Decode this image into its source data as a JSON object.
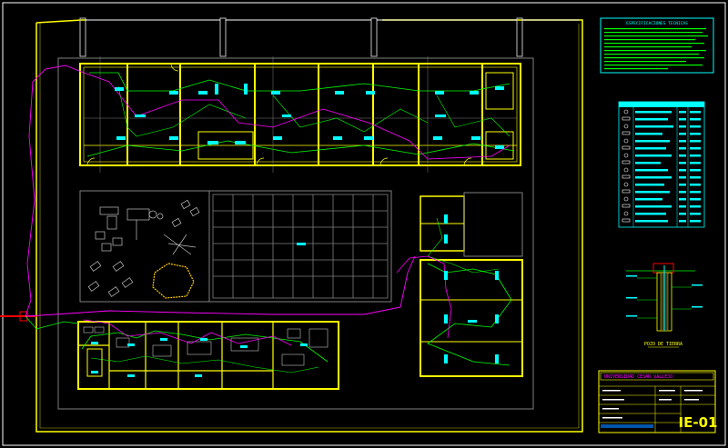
{
  "notes": {
    "title": "ESPECIFICACIONES TECNICAS"
  },
  "grounding": {
    "caption": "POZO DE TIERRA"
  },
  "title_block": {
    "institution": "UNIVERSIDAD CESAR VALLEJO",
    "sheet_code": "IE-01"
  },
  "colors": {
    "background": "#000000",
    "wall": "#FFFF00",
    "grid": "#808080",
    "circuit_green": "#00FF00",
    "feeder_magenta": "#FF00FF",
    "device_cyan": "#00FFFF",
    "border": "#FFFFFF"
  }
}
